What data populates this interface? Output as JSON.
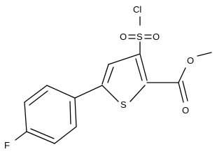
{
  "structure": {
    "atoms": {
      "cl": "Cl",
      "s_sulfonyl": "S",
      "o_sulfonyl_left": "O",
      "o_sulfonyl_right": "O",
      "o_ester_single": "O",
      "o_ester_double": "O",
      "s_ring": "S",
      "f": "F"
    }
  }
}
